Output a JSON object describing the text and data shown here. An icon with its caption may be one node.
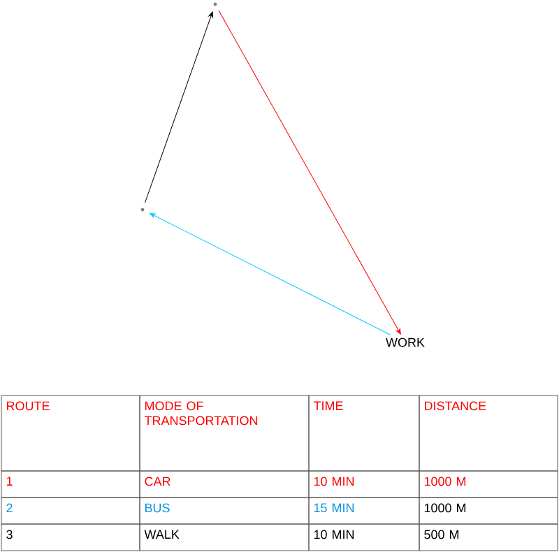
{
  "diagram": {
    "nodes": [
      {
        "text": [
          "WORK"
        ]
      },
      {
        "text": [],
        "shape": "point"
      },
      {
        "text": [],
        "shape": "point"
      }
    ],
    "edges": [
      {
        "from": 2,
        "to": 1,
        "arrow": "to",
        "color": "#000000"
      },
      {
        "from": 1,
        "to": 0,
        "arrow": "to",
        "color": "#ff0000"
      },
      {
        "from": 0,
        "to": 2,
        "arrow": "to",
        "color": "#00ccff"
      }
    ],
    "labels": [
      "ROUTE",
      "MODE OF TRANSPORTATION",
      "TIME",
      "DISTANCE",
      "1",
      "CAR",
      "10 MIN",
      "1000 M",
      "2",
      "BUS",
      "15 MIN",
      "1000 M",
      "3",
      "WALK",
      "10 MIN",
      "500 M"
    ]
  }
}
